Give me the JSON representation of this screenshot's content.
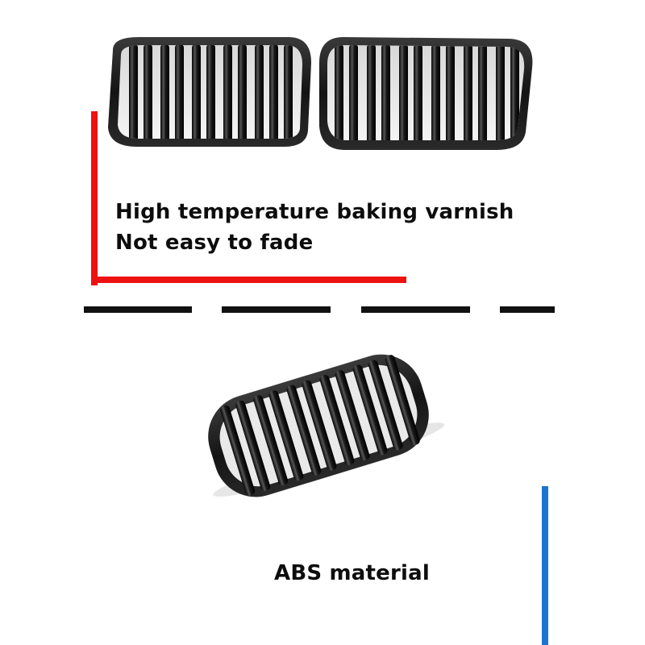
{
  "captions": {
    "line1": "High temperature baking varnish",
    "line2": "Not easy to fade",
    "material": "ABS material"
  },
  "colors": {
    "red_accent": "#ee1111",
    "blue_accent": "#1e73d2",
    "divider": "#111111",
    "grille_black": "#1a1a1a"
  },
  "images": {
    "grille_pair": "black-double-slat-kidney-grille-pair",
    "grille_single": "black-double-slat-kidney-grille-angled"
  }
}
